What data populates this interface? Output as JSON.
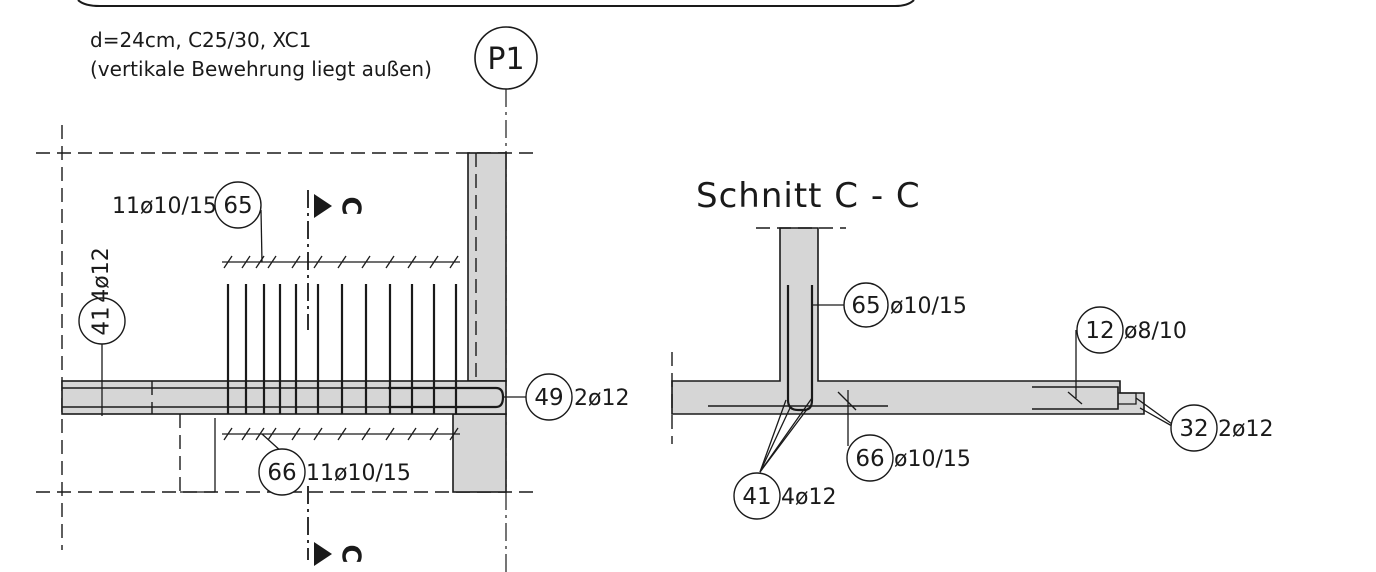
{
  "notes": {
    "line1": "d=24cm, C25/30, XC1",
    "line2": "(vertikale Bewehrung liegt außen)"
  },
  "axis_point": "P1",
  "plan": {
    "label_65": "11ø10/15",
    "bubble_65": "65",
    "label_41": "4ø12",
    "bubble_41": "41",
    "bubble_49": "49",
    "label_49": "2ø12",
    "bubble_66": "66",
    "label_66": "11ø10/15",
    "cut_mark_top": "C",
    "cut_mark_bottom": "C"
  },
  "section": {
    "title": "Schnitt C - C",
    "bubble_65": "65",
    "label_65": "ø10/15",
    "bubble_12": "12",
    "label_12": "ø8/10",
    "bubble_32": "32",
    "label_32": "2ø12",
    "bubble_66": "66",
    "label_66": "ø10/15",
    "bubble_41": "41",
    "label_41": "4ø12"
  }
}
